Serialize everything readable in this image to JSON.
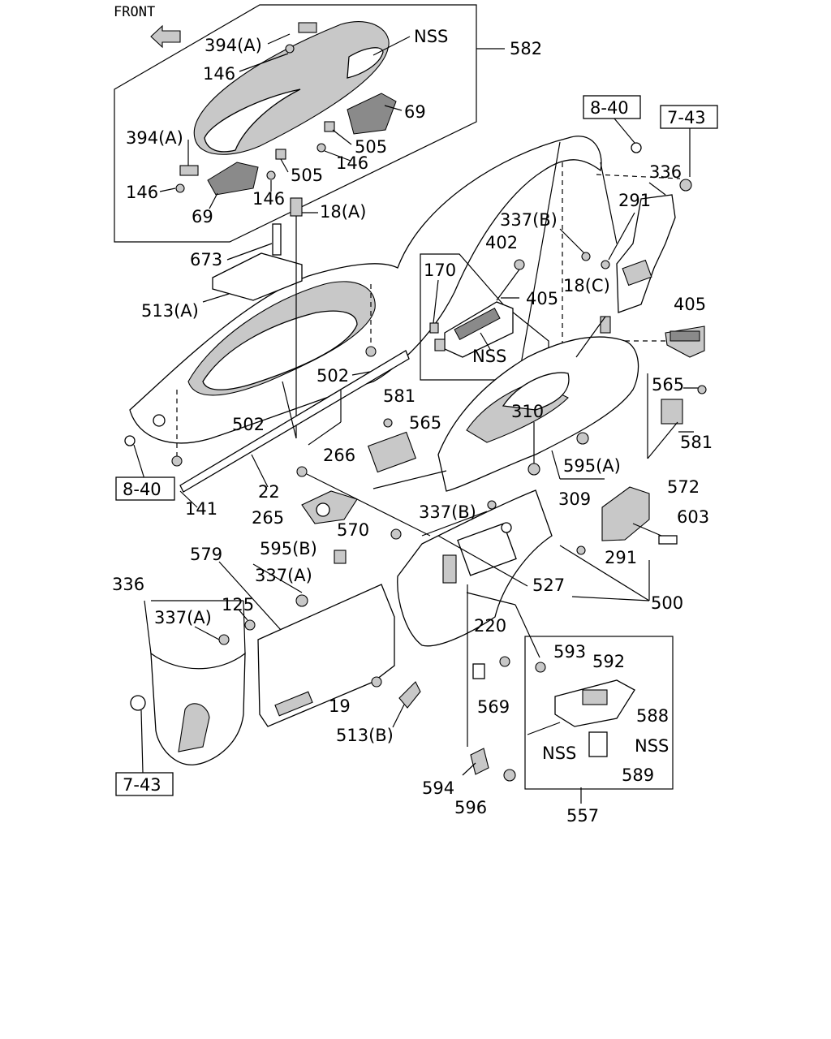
{
  "front_label": "FRONT",
  "callouts": {
    "c394a_top": "394(A)",
    "cNSS_top": "NSS",
    "c582": "582",
    "c146_top": "146",
    "c69_right": "69",
    "c394a_left": "394(A)",
    "c505_right": "505",
    "c146_mid": "146",
    "c505_left": "505",
    "c146_left": "146",
    "c146_lower": "146",
    "c69_left": "69",
    "c18a": "18(A)",
    "c673": "673",
    "c513a": "513(A)",
    "c8_40_top": "8-40",
    "c7_43_top": "7-43",
    "c336_top": "336",
    "c291_top": "291",
    "c337b_top": "337(B)",
    "c402": "402",
    "c170": "170",
    "c405_box": "405",
    "cNSS_box": "NSS",
    "c18c": "18(C)",
    "c405_right": "405",
    "c502_top": "502",
    "c581_mid": "581",
    "c565_mid": "565",
    "c310": "310",
    "c565_right": "565",
    "c581_right": "581",
    "c502_left": "502",
    "c266": "266",
    "c22": "22",
    "c595a": "595(A)",
    "c8_40_left": "8-40",
    "c141": "141",
    "c309": "309",
    "c572": "572",
    "c265": "265",
    "c337b_mid": "337(B)",
    "c603": "603",
    "c570": "570",
    "c595b": "595(B)",
    "c291_mid": "291",
    "c579": "579",
    "c337a_mid": "337(A)",
    "c527": "527",
    "c500": "500",
    "c336_left": "336",
    "c125": "125",
    "c337a_left": "337(A)",
    "c220": "220",
    "c593": "593",
    "c592": "592",
    "c19": "19",
    "c569": "569",
    "c588": "588",
    "c513b": "513(B)",
    "cNSS_lower_left": "NSS",
    "cNSS_lower_right": "NSS",
    "c589": "589",
    "c7_43_bottom": "7-43",
    "c594": "594",
    "c596": "596",
    "c557": "557"
  }
}
